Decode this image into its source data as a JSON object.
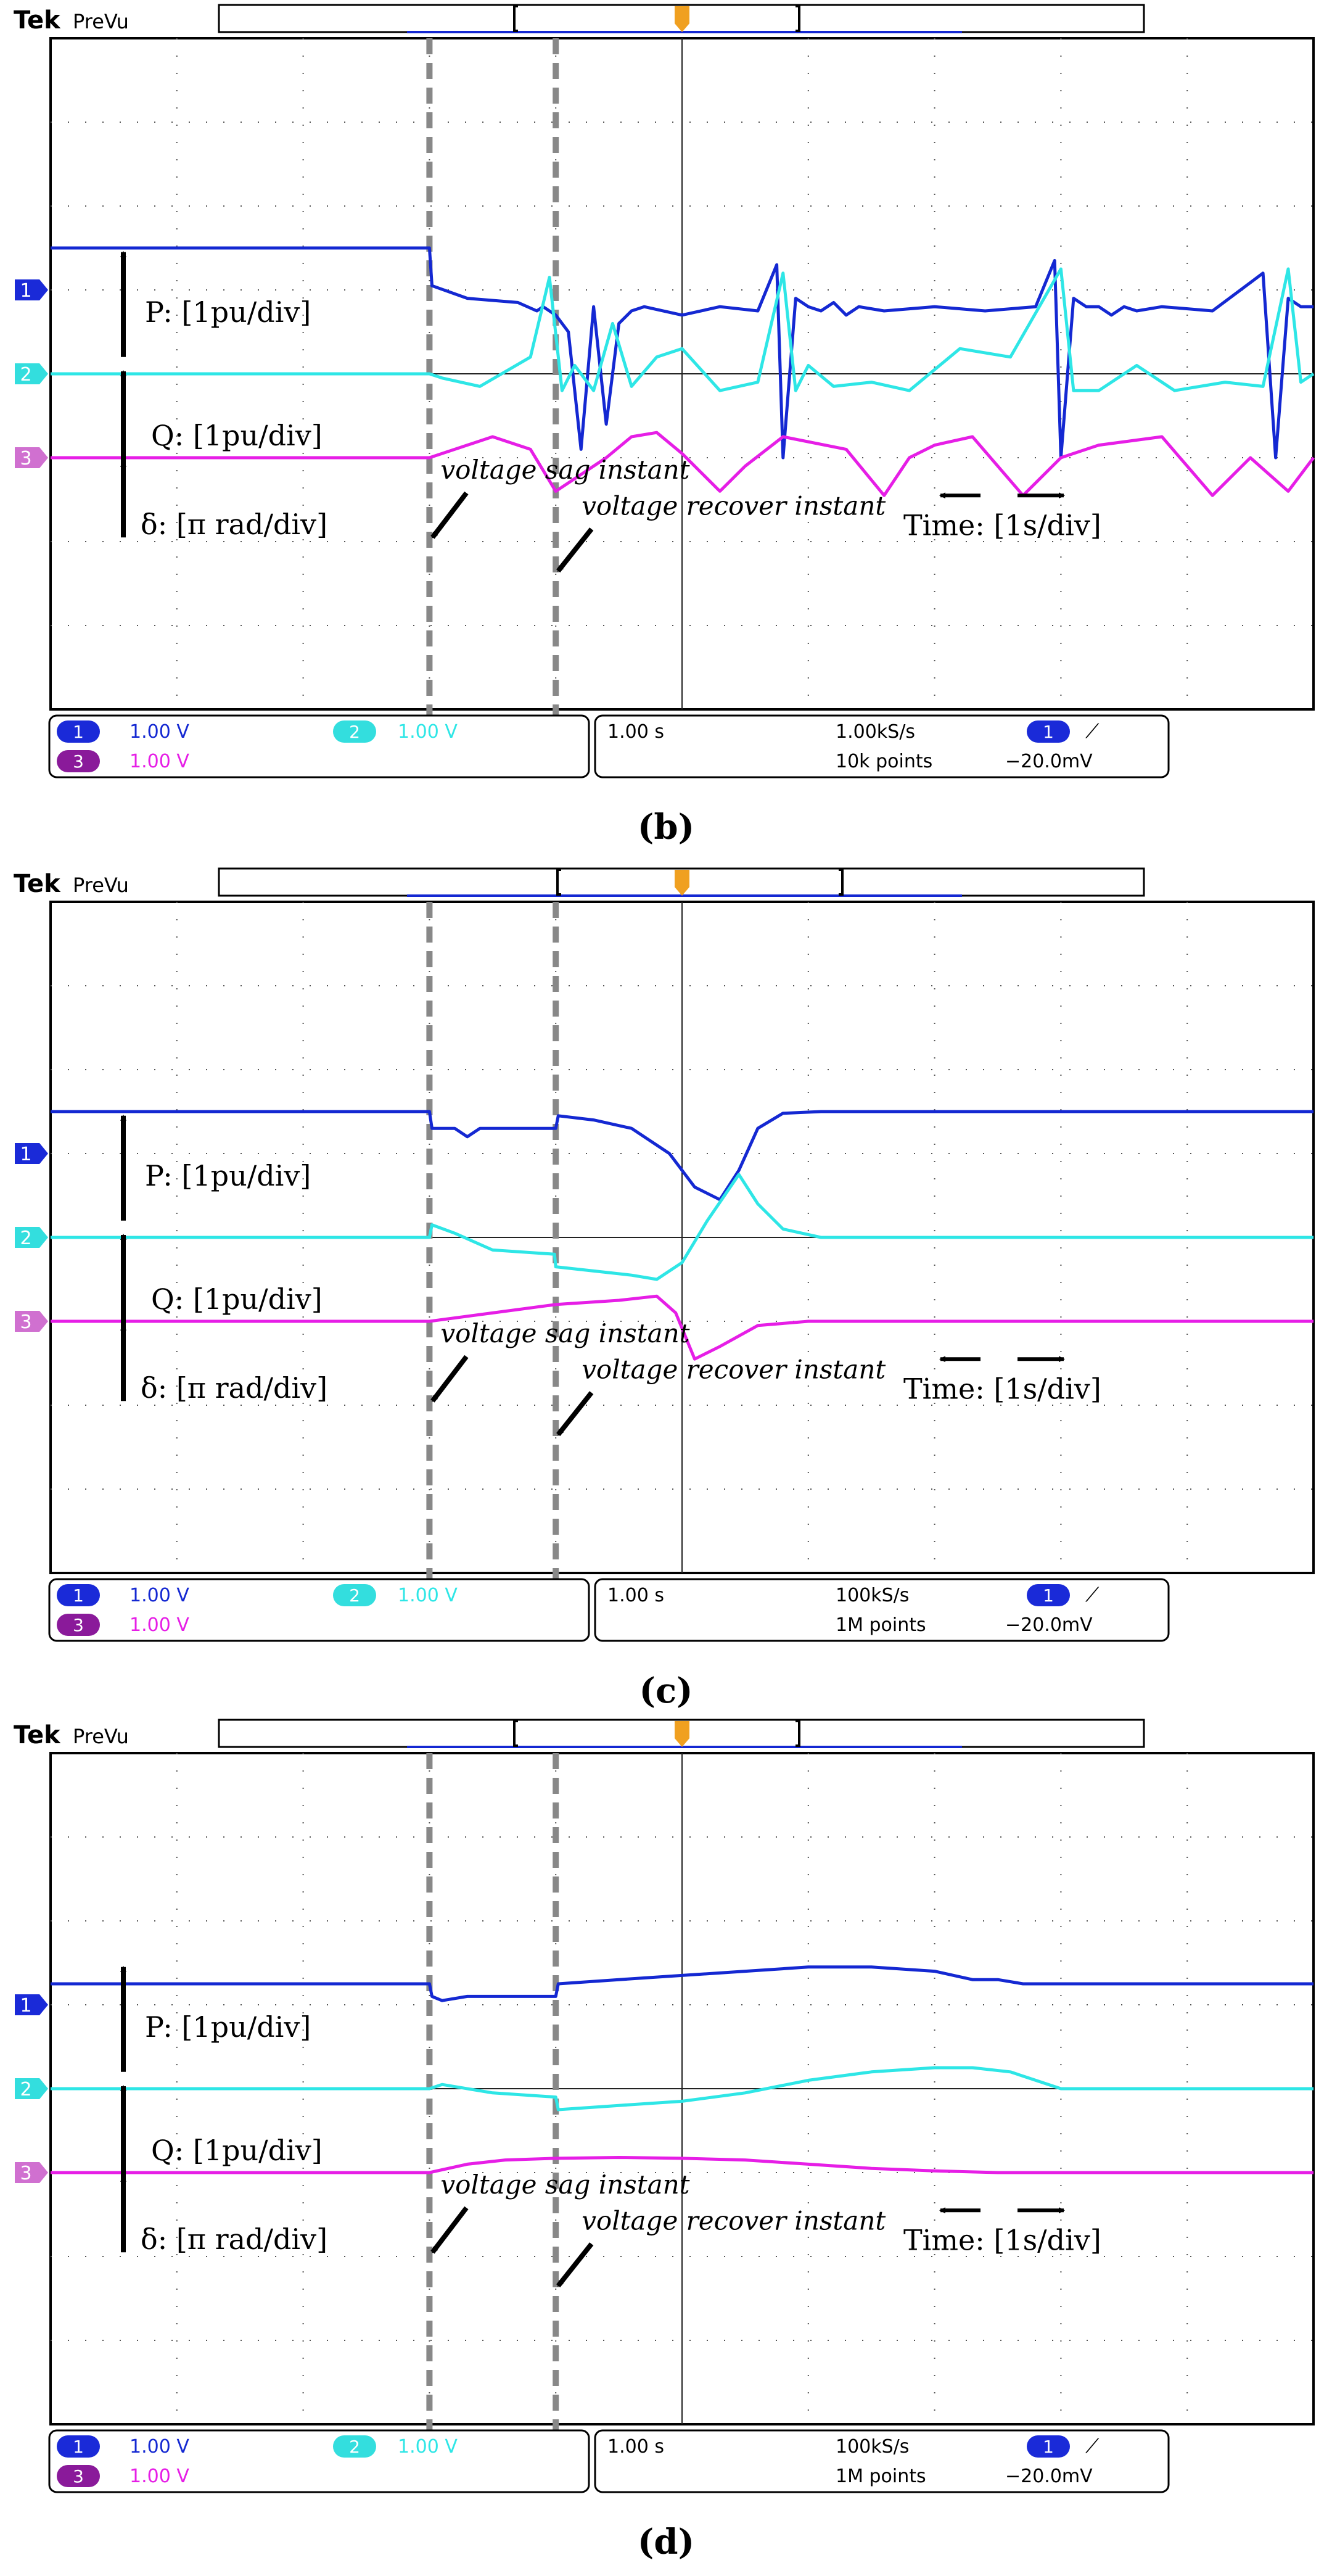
{
  "scope": {
    "brand": "Tek",
    "mode": "PreVu"
  },
  "colors": {
    "ch1": "#1428d2",
    "ch2": "#2ee6e6",
    "ch3": "#e61ee6",
    "grid": "#555555",
    "frame": "#000000",
    "marker": "#888888",
    "trigger": "#f0a020",
    "ch1_badge": "#1a2ad8",
    "ch2_badge": "#33dede",
    "ch3_badge": "#8a1a9a"
  },
  "chart_data": [
    {
      "type": "line",
      "caption": "(b)",
      "x_unit": "s",
      "xlim": [
        0,
        10
      ],
      "ylim": [
        -4,
        4
      ],
      "sag_time": 3,
      "recover_time": 4,
      "labels": {
        "p": "P: [1pu/div]",
        "q": "Q: [1pu/div]",
        "d": "δ: [π rad/div]",
        "sag": "voltage sag instant",
        "rec": "voltage recover instant",
        "time": "Time: [1s/div]"
      },
      "readout": {
        "ch1_scale": "1.00 V",
        "ch2_scale": "1.00 V",
        "ch3_scale": "1.00 V",
        "timebase": "1.00 s",
        "sample_rate": "1.00kS/s",
        "record_length": "10k points",
        "trigger_level": "−20.0mV",
        "trigger_slope": "⟋"
      },
      "channel_markers": [
        {
          "name": "1",
          "level": 1
        },
        {
          "name": "2",
          "level": 0
        },
        {
          "name": "3",
          "level": -1
        }
      ],
      "series": [
        {
          "name": "P",
          "x": [
            0,
            3,
            3.02,
            3.3,
            3.7,
            3.85,
            3.9,
            4.0,
            4.1,
            4.2,
            4.3,
            4.4,
            4.5,
            4.6,
            4.7,
            5.0,
            5.3,
            5.6,
            5.75,
            5.8,
            5.9,
            6.0,
            6.1,
            6.2,
            6.3,
            6.4,
            6.6,
            7.0,
            7.4,
            7.8,
            7.95,
            8.0,
            8.1,
            8.2,
            8.3,
            8.4,
            8.5,
            8.6,
            8.8,
            9.2,
            9.6,
            9.7,
            9.8,
            9.9,
            10.0
          ],
          "y": [
            1.5,
            1.5,
            1.05,
            0.9,
            0.85,
            0.75,
            0.8,
            0.7,
            0.5,
            -0.9,
            0.8,
            -0.6,
            0.6,
            0.75,
            0.8,
            0.7,
            0.8,
            0.75,
            1.3,
            -1.0,
            0.9,
            0.8,
            0.75,
            0.85,
            0.7,
            0.8,
            0.75,
            0.8,
            0.75,
            0.8,
            1.35,
            -1.0,
            0.9,
            0.8,
            0.8,
            0.7,
            0.8,
            0.75,
            0.8,
            0.75,
            1.2,
            -1.0,
            0.9,
            0.8,
            0.8
          ]
        },
        {
          "name": "Q",
          "x": [
            0,
            3,
            3.1,
            3.4,
            3.8,
            3.95,
            4.05,
            4.15,
            4.3,
            4.45,
            4.6,
            4.8,
            5.0,
            5.3,
            5.6,
            5.8,
            5.9,
            6.0,
            6.2,
            6.5,
            6.8,
            7.2,
            7.6,
            8.0,
            8.1,
            8.3,
            8.6,
            8.9,
            9.3,
            9.6,
            9.8,
            9.9,
            10.0
          ],
          "y": [
            0,
            0,
            -0.05,
            -0.15,
            0.2,
            1.15,
            -0.2,
            0.1,
            -0.2,
            0.6,
            -0.15,
            0.2,
            0.3,
            -0.2,
            -0.1,
            1.2,
            -0.2,
            0.1,
            -0.15,
            -0.1,
            -0.2,
            0.3,
            0.2,
            1.25,
            -0.2,
            -0.2,
            0.1,
            -0.2,
            -0.1,
            -0.15,
            1.25,
            -0.1,
            0
          ]
        },
        {
          "name": "δ",
          "x": [
            0,
            3,
            3.5,
            3.8,
            4.0,
            4.4,
            4.6,
            4.8,
            5.0,
            5.3,
            5.5,
            5.8,
            6.3,
            6.6,
            6.8,
            7.0,
            7.3,
            7.7,
            8.0,
            8.3,
            8.8,
            9.2,
            9.5,
            9.8,
            10.0
          ],
          "y": [
            -1,
            -1,
            -0.75,
            -0.9,
            -1.4,
            -1.0,
            -0.75,
            -0.7,
            -0.95,
            -1.4,
            -1.1,
            -0.75,
            -0.9,
            -1.45,
            -1.0,
            -0.85,
            -0.75,
            -1.45,
            -1.0,
            -0.85,
            -0.75,
            -1.45,
            -1.0,
            -1.4,
            -1.0
          ]
        }
      ]
    },
    {
      "type": "line",
      "caption": "(c)",
      "x_unit": "s",
      "xlim": [
        0,
        10
      ],
      "ylim": [
        -4,
        4
      ],
      "sag_time": 3,
      "recover_time": 4,
      "labels": {
        "p": "P: [1pu/div]",
        "q": "Q: [1pu/div]",
        "d": "δ: [π rad/div]",
        "sag": "voltage sag instant",
        "rec": "voltage recover instant",
        "time": "Time: [1s/div]"
      },
      "readout": {
        "ch1_scale": "1.00 V",
        "ch2_scale": "1.00 V",
        "ch3_scale": "1.00 V",
        "timebase": "1.00 s",
        "sample_rate": "100kS/s",
        "record_length": "1M points",
        "trigger_level": "−20.0mV",
        "trigger_slope": "⟋"
      },
      "channel_markers": [
        {
          "name": "1",
          "level": 1
        },
        {
          "name": "2",
          "level": 0
        },
        {
          "name": "3",
          "level": -1
        }
      ],
      "series": [
        {
          "name": "P",
          "x": [
            0,
            3,
            3.02,
            3.2,
            3.3,
            3.4,
            3.6,
            4.0,
            4.02,
            4.3,
            4.6,
            4.9,
            5.1,
            5.3,
            5.45,
            5.6,
            5.8,
            6.1,
            6.5,
            7.0,
            8.0,
            10.0
          ],
          "y": [
            1.5,
            1.5,
            1.3,
            1.3,
            1.2,
            1.3,
            1.3,
            1.3,
            1.45,
            1.4,
            1.3,
            1.0,
            0.6,
            0.45,
            0.8,
            1.3,
            1.48,
            1.5,
            1.5,
            1.5,
            1.5,
            1.5
          ]
        },
        {
          "name": "Q",
          "x": [
            0,
            3,
            3.02,
            3.2,
            3.5,
            3.99,
            4.0,
            4.3,
            4.6,
            4.8,
            5.0,
            5.2,
            5.45,
            5.6,
            5.8,
            6.1,
            6.5,
            10.0
          ],
          "y": [
            0,
            0,
            0.15,
            0.05,
            -0.15,
            -0.2,
            -0.35,
            -0.4,
            -0.45,
            -0.5,
            -0.3,
            0.2,
            0.75,
            0.4,
            0.1,
            0,
            0,
            0
          ]
        },
        {
          "name": "δ",
          "x": [
            0,
            3,
            3.5,
            4.0,
            4.5,
            4.8,
            4.95,
            5.1,
            5.3,
            5.6,
            6.0,
            6.5,
            10.0
          ],
          "y": [
            -1,
            -1,
            -0.9,
            -0.8,
            -0.75,
            -0.7,
            -0.9,
            -1.45,
            -1.3,
            -1.05,
            -1,
            -1,
            -1
          ]
        }
      ]
    },
    {
      "type": "line",
      "caption": "(d)",
      "x_unit": "s",
      "xlim": [
        0,
        10
      ],
      "ylim": [
        -4,
        4
      ],
      "sag_time": 3,
      "recover_time": 4,
      "labels": {
        "p": "P: [1pu/div]",
        "q": "Q: [1pu/div]",
        "d": "δ: [π rad/div]",
        "sag": "voltage sag instant",
        "rec": "voltage recover instant",
        "time": "Time: [1s/div]"
      },
      "readout": {
        "ch1_scale": "1.00 V",
        "ch2_scale": "1.00 V",
        "ch3_scale": "1.00 V",
        "timebase": "1.00 s",
        "sample_rate": "100kS/s",
        "record_length": "1M points",
        "trigger_level": "−20.0mV",
        "trigger_slope": "⟋"
      },
      "channel_markers": [
        {
          "name": "1",
          "level": 1
        },
        {
          "name": "2",
          "level": 0
        },
        {
          "name": "3",
          "level": -1
        }
      ],
      "series": [
        {
          "name": "P",
          "x": [
            0,
            3,
            3.02,
            3.1,
            3.3,
            4.0,
            4.02,
            4.5,
            5.0,
            5.5,
            6.0,
            6.5,
            7.0,
            7.3,
            7.5,
            7.7,
            8.0,
            8.5,
            9.0,
            10.0
          ],
          "y": [
            1.25,
            1.25,
            1.1,
            1.05,
            1.1,
            1.1,
            1.25,
            1.3,
            1.35,
            1.4,
            1.45,
            1.45,
            1.4,
            1.3,
            1.3,
            1.25,
            1.25,
            1.25,
            1.25,
            1.25
          ]
        },
        {
          "name": "Q",
          "x": [
            0,
            3,
            3.1,
            3.5,
            4.0,
            4.02,
            4.5,
            5.0,
            5.5,
            6.0,
            6.5,
            7.0,
            7.3,
            7.6,
            7.8,
            8.0,
            8.2,
            8.5,
            9.0,
            10.0
          ],
          "y": [
            0,
            0,
            0.05,
            -0.05,
            -0.1,
            -0.25,
            -0.2,
            -0.15,
            -0.05,
            0.1,
            0.2,
            0.25,
            0.25,
            0.2,
            0.1,
            0,
            0,
            0,
            0,
            0
          ]
        },
        {
          "name": "δ",
          "x": [
            0,
            3,
            3.3,
            3.6,
            4.0,
            4.5,
            5.0,
            5.5,
            6.0,
            6.5,
            7.0,
            7.5,
            7.8,
            8.0,
            8.5,
            9.0,
            10.0
          ],
          "y": [
            -1,
            -1,
            -0.9,
            -0.85,
            -0.83,
            -0.82,
            -0.83,
            -0.85,
            -0.9,
            -0.95,
            -0.98,
            -1,
            -1,
            -1,
            -1,
            -1,
            -1
          ]
        }
      ]
    }
  ]
}
